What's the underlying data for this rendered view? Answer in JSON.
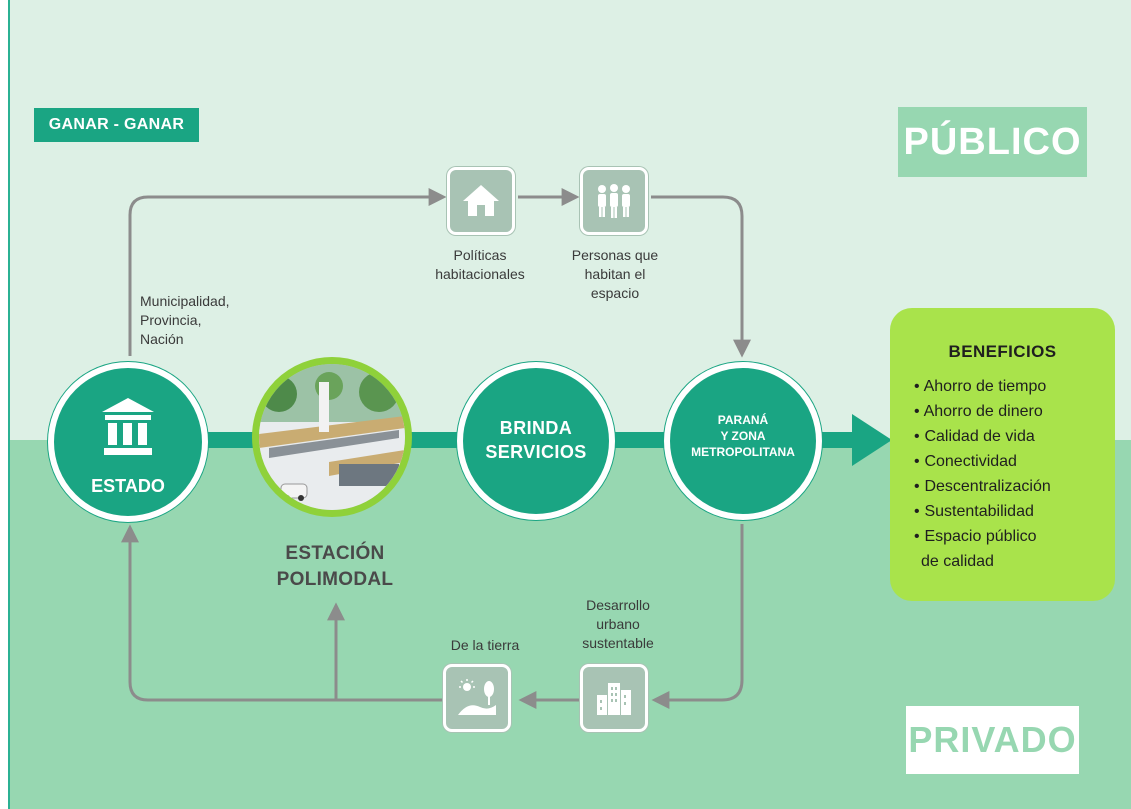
{
  "badge": "GANAR - GANAR",
  "publico": "PÚBLICO",
  "privado": "PRIVADO",
  "estado": {
    "label": "ESTADO",
    "icon": "government-building-icon"
  },
  "estacion": {
    "line1": "ESTACIÓN",
    "line2": "POLIMODAL"
  },
  "brinda": {
    "line1": "BRINDA",
    "line2": "SERVICIOS"
  },
  "parana": {
    "line1": "PARANÁ",
    "line2": "Y ZONA",
    "line3": "METROPOLITANA"
  },
  "captions": {
    "politicas": [
      "Políticas",
      "habitacionales"
    ],
    "personas": [
      "Personas que",
      "habitan el",
      "espacio"
    ],
    "municipalidad": [
      "Municipalidad,",
      "Provincia,",
      "Nación"
    ],
    "desarrollo": [
      "Desarrollo",
      "urbano",
      "sustentable"
    ],
    "tierra": "De la tierra"
  },
  "icons": {
    "house": "house-icon",
    "people": "people-icon",
    "city": "city-buildings-icon",
    "land": "landscape-icon"
  },
  "beneficios": {
    "title": "BENEFICIOS",
    "items": [
      "Ahorro de tiempo",
      "Ahorro de dinero",
      "Calidad de vida",
      "Conectividad",
      "Descentralización",
      "Sustentabilidad",
      "Espacio público"
    ],
    "last_line": "de calidad",
    "bullet": "•"
  },
  "colors": {
    "teal": "#1aa583",
    "top_bg": "#ddf0e5",
    "bottom_bg": "#97d7b1",
    "lime": "#a9e34b",
    "connector": "#8c8c8c",
    "icon_box": "#a8c3b4"
  }
}
